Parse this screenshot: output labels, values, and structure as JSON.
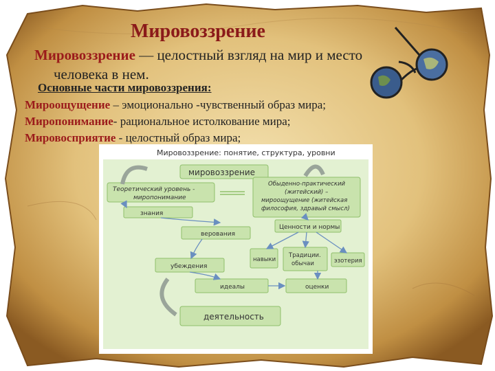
{
  "slide": {
    "title": "Мировоззрение",
    "definition": {
      "term": "Мировоззрение",
      "text_line1": " — целостный взгляд на мир и место",
      "text_line2": "человека в нем."
    },
    "parts_heading": "Основные части мировоззрения:",
    "parts": [
      {
        "bullet": "",
        "term": "Мироощущение",
        "text": " – эмоционально -чувственный образ мира;"
      },
      {
        "bullet": "",
        "term": "Миропонимание",
        "text": "- рациональное истолкование мира;"
      },
      {
        "bullet": "",
        "term": "Мировосприятие",
        "text": " - целостный образ мира;"
      }
    ]
  },
  "diagram": {
    "header": "Мировоззрение: понятие, структура, уровни",
    "nodes": {
      "root": "мировоззрение",
      "theoretical_1": "Теоретический уровень -",
      "theoretical_2": "миропонимание",
      "everyday_1": "Обыденно-практический",
      "everyday_2": "(житейский) –",
      "everyday_3": "мироощущение (житейская",
      "everyday_4": "философия, здравый смысл)",
      "knowledge": "знания",
      "values": "Ценности и нормы",
      "beliefs": "верования",
      "skills": "навыки",
      "traditions_1": "Традиции.",
      "traditions_2": "обычаи",
      "esoteric": "эзотерия",
      "convictions": "убеждения",
      "ideals": "идеалы",
      "assessments": "оценки",
      "activity": "деятельность"
    }
  },
  "colors": {
    "term_red": "#9b1b1b",
    "box_fill": "#c9e3ad",
    "box_stroke": "#8fbf6a",
    "panel_bg": "#e3f1d2",
    "arrow": "#6a8fc0"
  }
}
